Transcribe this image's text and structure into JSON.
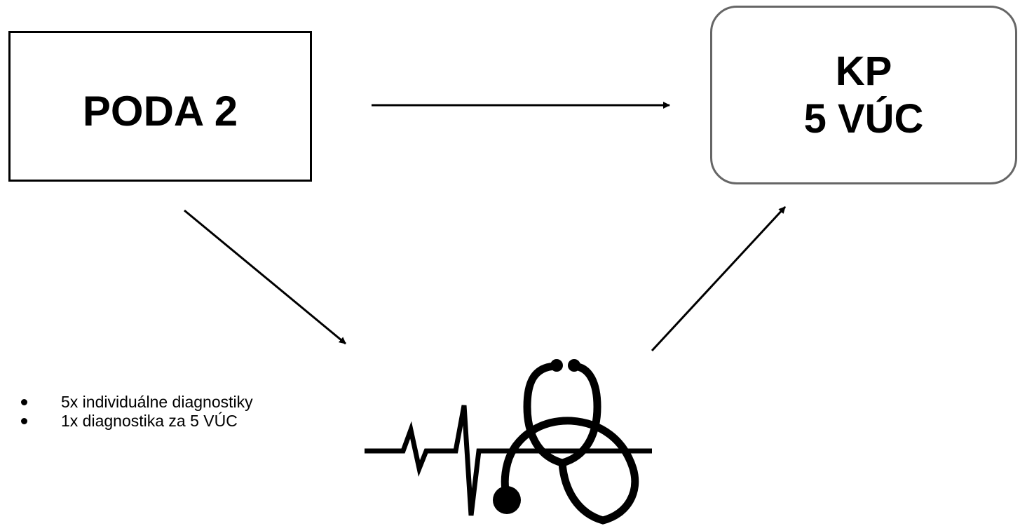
{
  "diagram": {
    "nodes": {
      "source": {
        "label": "PODA 2"
      },
      "target": {
        "line1": "KP",
        "line2": "5 VÚC"
      }
    },
    "notes": [
      "5x individuálne diagnostiky",
      "1x diagnostika za 5 VÚC"
    ],
    "icons": {
      "center": "stethoscope-heartbeat-icon"
    },
    "edges": [
      {
        "from": "source",
        "to": "target"
      },
      {
        "from": "source",
        "to": "center"
      },
      {
        "from": "center",
        "to": "target"
      }
    ],
    "colors": {
      "line": "#000000",
      "target_border": "#666666"
    }
  }
}
